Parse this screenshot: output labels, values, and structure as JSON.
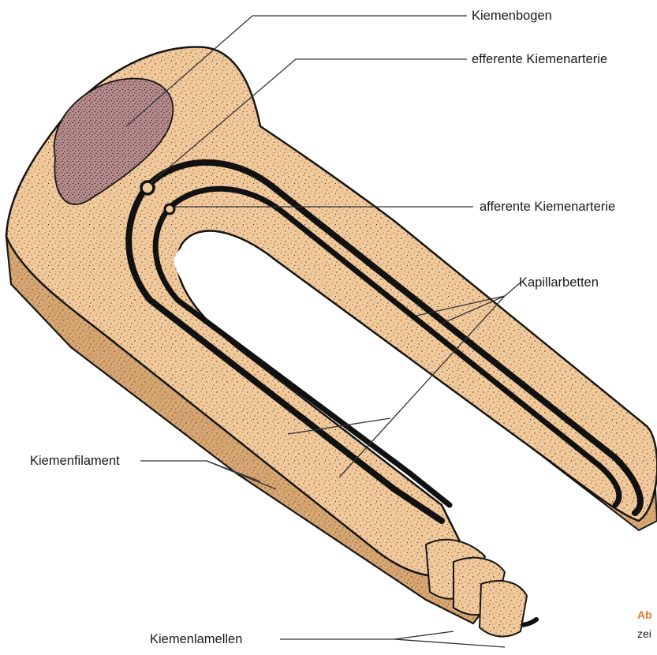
{
  "labels": {
    "kiemenbogen": "Kiemenbogen",
    "efferente": "efferente Kiemenarterie",
    "afferente": "afferente Kiemenarterie",
    "kapillarbetten": "Kapillarbetten",
    "kiemenfilament": "Kiemenfilament",
    "kiemenlamellen": "Kiemenlamellen"
  },
  "caption_fragment": {
    "abbr": "Ab",
    "text": "zei"
  },
  "colors": {
    "tissue": "#f1c99a",
    "tissue_shadow": "#d9a873",
    "outline": "#151515",
    "vessel": "#111111",
    "muscle": "#b88d8e",
    "caption_accent": "#e07a2e",
    "leader_line": "#333333"
  }
}
